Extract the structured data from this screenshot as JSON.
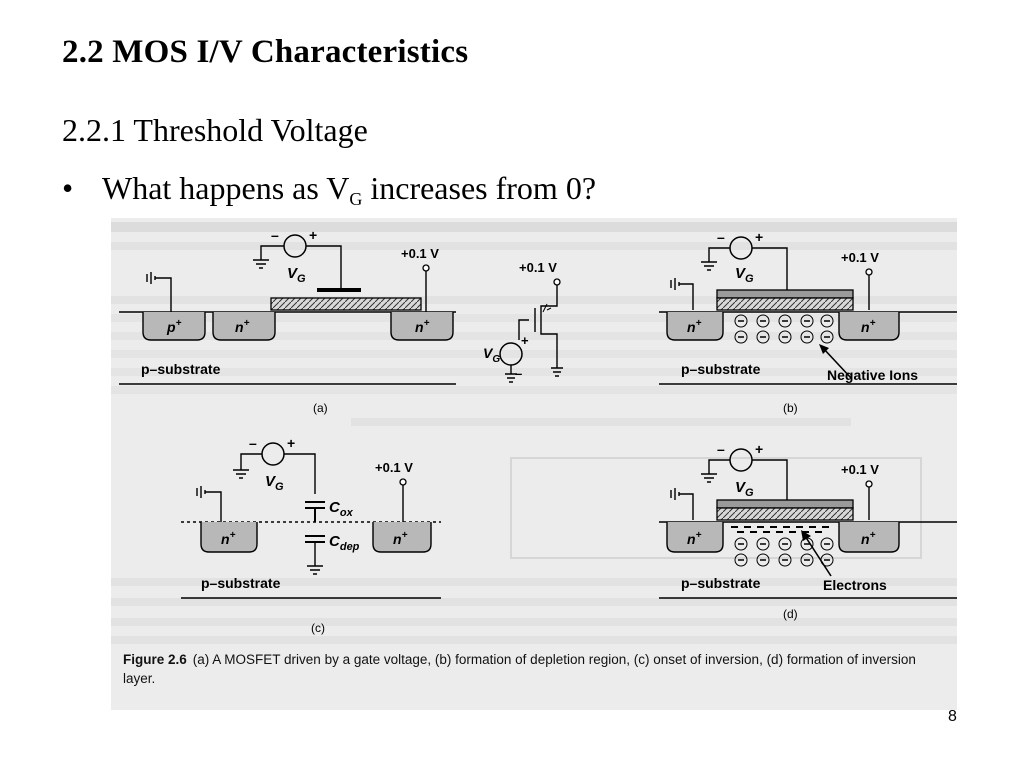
{
  "slide": {
    "title": "2.2 MOS I/V Characteristics",
    "subtitle": "2.2.1 Threshold Voltage",
    "bullet": {
      "prefix": "What happens as V",
      "subscript": "G",
      "suffix": " increases from 0?"
    },
    "page_number": "8"
  },
  "figure": {
    "panel_labels": [
      "(a)",
      "(b)",
      "(c)",
      "(d)"
    ],
    "vg_main": "V",
    "vg_sub": "G",
    "drain_voltage": "+0.1 V",
    "substrate_label": "p–substrate",
    "n_plus": "n",
    "p_plus": "p",
    "plus_sign": "+",
    "minus_sign": "–",
    "negative_ions_label": "Negative Ions",
    "electrons_label": "Electrons",
    "cox_main": "C",
    "cox_sub": "ox",
    "cdep_main": "C",
    "cdep_sub": "dep",
    "caption_label": "Figure 2.6",
    "caption_text": "(a) A MOSFET driven by a gate voltage, (b) formation of depletion region, (c) onset of inversion, (d) formation of inversion layer."
  }
}
